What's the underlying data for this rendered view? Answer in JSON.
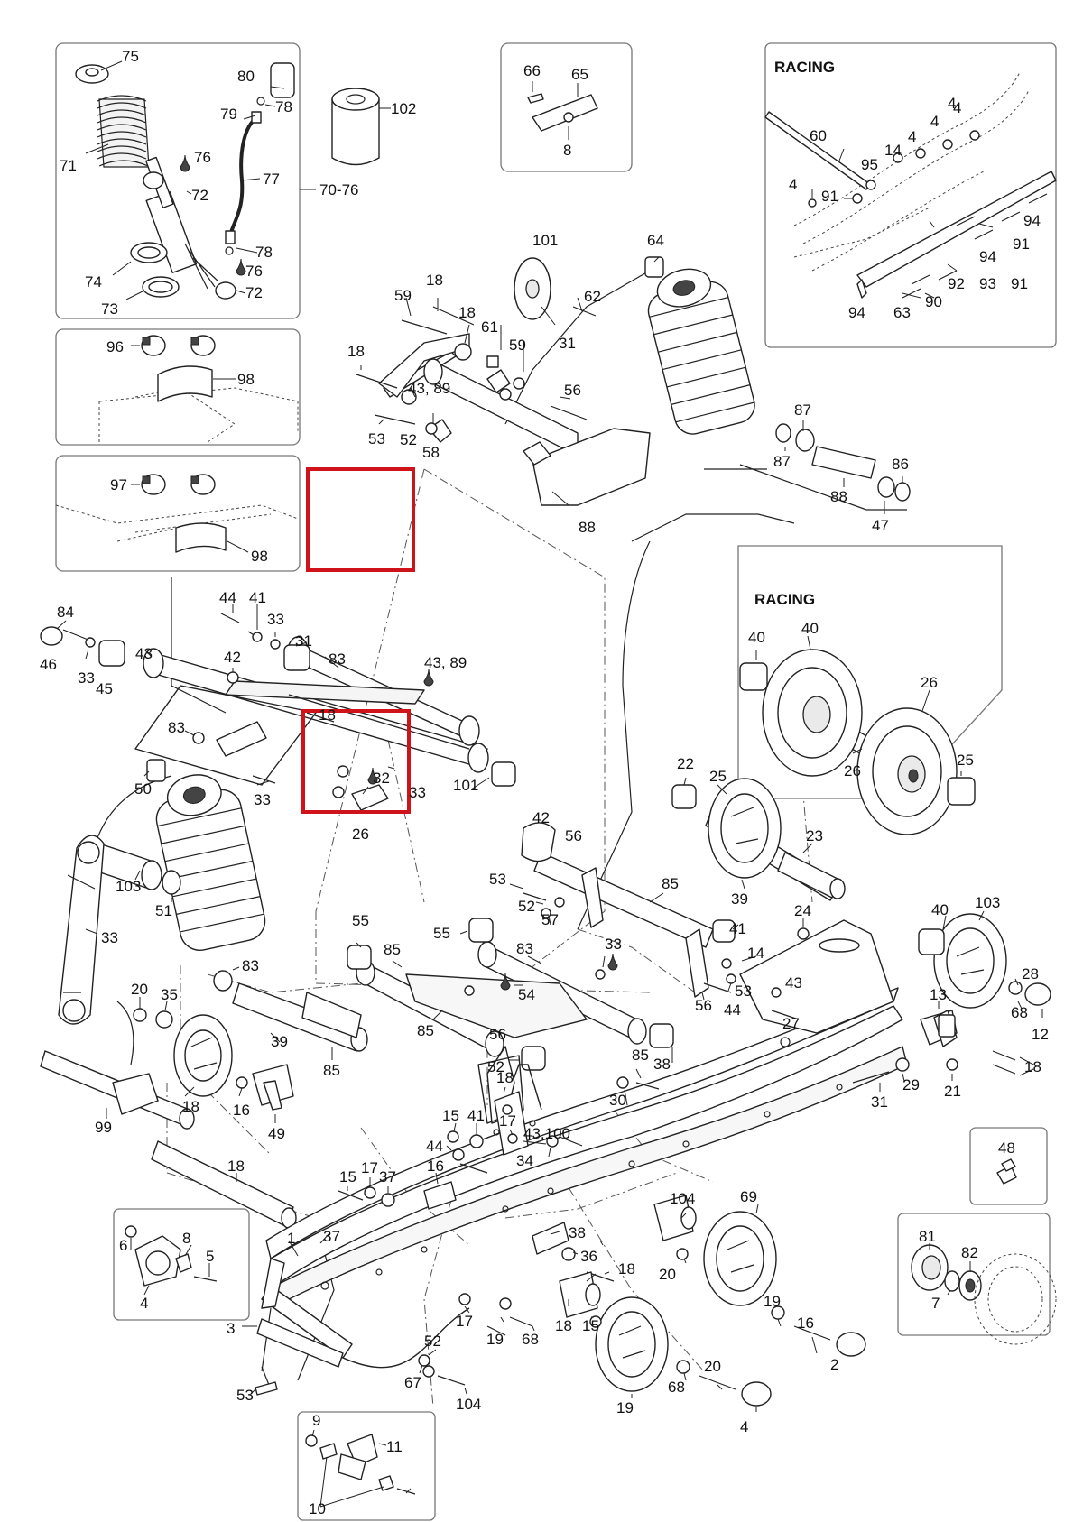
{
  "insets": {
    "racing_top_title": "RACING",
    "racing_wheels_title": "RACING"
  },
  "highlight_color": "#d0121b",
  "callouts": [
    {
      "id": "c75",
      "text": "75"
    },
    {
      "id": "c80",
      "text": "80"
    },
    {
      "id": "c79",
      "text": "79"
    },
    {
      "id": "c78a",
      "text": "78"
    },
    {
      "id": "c102",
      "text": "102"
    },
    {
      "id": "c71",
      "text": "71"
    },
    {
      "id": "c76a",
      "text": "76"
    },
    {
      "id": "c72a",
      "text": "72"
    },
    {
      "id": "c77",
      "text": "77"
    },
    {
      "id": "c70",
      "text": "70-76"
    },
    {
      "id": "c78b",
      "text": "78"
    },
    {
      "id": "c74",
      "text": "74"
    },
    {
      "id": "c76b",
      "text": "76"
    },
    {
      "id": "c72b",
      "text": "72"
    },
    {
      "id": "c73",
      "text": "73"
    },
    {
      "id": "c96",
      "text": "96"
    },
    {
      "id": "c98a",
      "text": "98"
    },
    {
      "id": "c97",
      "text": "97"
    },
    {
      "id": "c98b",
      "text": "98"
    },
    {
      "id": "c66",
      "text": "66"
    },
    {
      "id": "c65",
      "text": "65"
    },
    {
      "id": "c8a",
      "text": "8"
    },
    {
      "id": "c60",
      "text": "60"
    },
    {
      "id": "c95",
      "text": "95"
    },
    {
      "id": "c14a",
      "text": "14"
    },
    {
      "id": "c4a",
      "text": "4"
    },
    {
      "id": "c4b",
      "text": "4"
    },
    {
      "id": "c4c",
      "text": "4"
    },
    {
      "id": "c4d",
      "text": "4"
    },
    {
      "id": "c4e",
      "text": "4"
    },
    {
      "id": "c91a",
      "text": "91"
    },
    {
      "id": "c94a",
      "text": "94"
    },
    {
      "id": "c91b",
      "text": "91"
    },
    {
      "id": "c94b",
      "text": "94"
    },
    {
      "id": "c92",
      "text": "92"
    },
    {
      "id": "c93",
      "text": "93"
    },
    {
      "id": "c91c",
      "text": "91"
    },
    {
      "id": "c90",
      "text": "90"
    },
    {
      "id": "c94c",
      "text": "94"
    },
    {
      "id": "c63",
      "text": "63"
    },
    {
      "id": "c101a",
      "text": "101"
    },
    {
      "id": "c64",
      "text": "64"
    },
    {
      "id": "c59a",
      "text": "59"
    },
    {
      "id": "c18a",
      "text": "18"
    },
    {
      "id": "c18b",
      "text": "18"
    },
    {
      "id": "c62",
      "text": "62"
    },
    {
      "id": "c61",
      "text": "61"
    },
    {
      "id": "c31a",
      "text": "31"
    },
    {
      "id": "c59b",
      "text": "59"
    },
    {
      "id": "c18c",
      "text": "18"
    },
    {
      "id": "c4389a",
      "text": "43, 89"
    },
    {
      "id": "c56a",
      "text": "56"
    },
    {
      "id": "c53a",
      "text": "53"
    },
    {
      "id": "c52a",
      "text": "52"
    },
    {
      "id": "c58",
      "text": "58"
    },
    {
      "id": "c88a",
      "text": "88"
    },
    {
      "id": "c87a",
      "text": "87"
    },
    {
      "id": "c87b",
      "text": "87"
    },
    {
      "id": "c86",
      "text": "86"
    },
    {
      "id": "c88b",
      "text": "88"
    },
    {
      "id": "c47",
      "text": "47"
    },
    {
      "id": "c84",
      "text": "84"
    },
    {
      "id": "c46",
      "text": "46"
    },
    {
      "id": "c33a",
      "text": "33"
    },
    {
      "id": "c45",
      "text": "45"
    },
    {
      "id": "c43a",
      "text": "43"
    },
    {
      "id": "c44a",
      "text": "44"
    },
    {
      "id": "c41a",
      "text": "41"
    },
    {
      "id": "c33b",
      "text": "33"
    },
    {
      "id": "c31b",
      "text": "31"
    },
    {
      "id": "c42a",
      "text": "42"
    },
    {
      "id": "c83a",
      "text": "83"
    },
    {
      "id": "c4389b",
      "text": "43, 89"
    },
    {
      "id": "c18d",
      "text": "18"
    },
    {
      "id": "c83b",
      "text": "83"
    },
    {
      "id": "c32",
      "text": "32"
    },
    {
      "id": "c33c",
      "text": "33"
    },
    {
      "id": "c101b",
      "text": "101"
    },
    {
      "id": "c50",
      "text": "50"
    },
    {
      "id": "c33d",
      "text": "33"
    },
    {
      "id": "c26a",
      "text": "26"
    },
    {
      "id": "c40a",
      "text": "40"
    },
    {
      "id": "c40b",
      "text": "40"
    },
    {
      "id": "c26b",
      "text": "26"
    },
    {
      "id": "c25a",
      "text": "25"
    },
    {
      "id": "c26c",
      "text": "26"
    },
    {
      "id": "c22",
      "text": "22"
    },
    {
      "id": "c25b",
      "text": "25"
    },
    {
      "id": "c23",
      "text": "23"
    },
    {
      "id": "c39a",
      "text": "39"
    },
    {
      "id": "c103a",
      "text": "103"
    },
    {
      "id": "c51",
      "text": "51"
    },
    {
      "id": "c33e",
      "text": "33"
    },
    {
      "id": "c42b",
      "text": "42"
    },
    {
      "id": "c56b",
      "text": "56"
    },
    {
      "id": "c53b",
      "text": "53"
    },
    {
      "id": "c52b",
      "text": "52"
    },
    {
      "id": "c57",
      "text": "57"
    },
    {
      "id": "c85a",
      "text": "85"
    },
    {
      "id": "c55a",
      "text": "55"
    },
    {
      "id": "c85b",
      "text": "85"
    },
    {
      "id": "c55b",
      "text": "55"
    },
    {
      "id": "c83c",
      "text": "83"
    },
    {
      "id": "c33f",
      "text": "33"
    },
    {
      "id": "c41b",
      "text": "41"
    },
    {
      "id": "c14b",
      "text": "14"
    },
    {
      "id": "c24",
      "text": "24"
    },
    {
      "id": "c40c",
      "text": "40"
    },
    {
      "id": "c103b",
      "text": "103"
    },
    {
      "id": "c83d",
      "text": "83"
    },
    {
      "id": "c54",
      "text": "54"
    },
    {
      "id": "c85c",
      "text": "85"
    },
    {
      "id": "c52c",
      "text": "52"
    },
    {
      "id": "c56c",
      "text": "56"
    },
    {
      "id": "c53c",
      "text": "53"
    },
    {
      "id": "c44b",
      "text": "44"
    },
    {
      "id": "c43b",
      "text": "43"
    },
    {
      "id": "c27",
      "text": "27"
    },
    {
      "id": "c28",
      "text": "28"
    },
    {
      "id": "c68a",
      "text": "68"
    },
    {
      "id": "c12",
      "text": "12"
    },
    {
      "id": "c13",
      "text": "13"
    },
    {
      "id": "c18e",
      "text": "18"
    },
    {
      "id": "c20a",
      "text": "20"
    },
    {
      "id": "c35",
      "text": "35"
    },
    {
      "id": "c39b",
      "text": "39"
    },
    {
      "id": "c85d",
      "text": "85"
    },
    {
      "id": "c56d",
      "text": "56"
    },
    {
      "id": "c85e",
      "text": "85"
    },
    {
      "id": "c38a",
      "text": "38"
    },
    {
      "id": "c30",
      "text": "30"
    },
    {
      "id": "c29",
      "text": "29"
    },
    {
      "id": "c31c",
      "text": "31"
    },
    {
      "id": "c21",
      "text": "21"
    },
    {
      "id": "c18f",
      "text": "18"
    },
    {
      "id": "c16a",
      "text": "16"
    },
    {
      "id": "c49",
      "text": "49"
    },
    {
      "id": "c99",
      "text": "99"
    },
    {
      "id": "c18g",
      "text": "18"
    },
    {
      "id": "c15a",
      "text": "15"
    },
    {
      "id": "c41c",
      "text": "41"
    },
    {
      "id": "c17a",
      "text": "17"
    },
    {
      "id": "c44c",
      "text": "44"
    },
    {
      "id": "c43100",
      "text": "43,100"
    },
    {
      "id": "c34",
      "text": "34"
    },
    {
      "id": "c48",
      "text": "48"
    },
    {
      "id": "c18h",
      "text": "18"
    },
    {
      "id": "c17b",
      "text": "17"
    },
    {
      "id": "c15b",
      "text": "15"
    },
    {
      "id": "c37a",
      "text": "37"
    },
    {
      "id": "c16b",
      "text": "16"
    },
    {
      "id": "c104a",
      "text": "104"
    },
    {
      "id": "c69",
      "text": "69"
    },
    {
      "id": "c81",
      "text": "81"
    },
    {
      "id": "c82",
      "text": "82"
    },
    {
      "id": "c7",
      "text": "7"
    },
    {
      "id": "c8b",
      "text": "8"
    },
    {
      "id": "c6",
      "text": "6"
    },
    {
      "id": "c5",
      "text": "5"
    },
    {
      "id": "c4f",
      "text": "4"
    },
    {
      "id": "c1",
      "text": "1"
    },
    {
      "id": "c37b",
      "text": "37"
    },
    {
      "id": "c38b",
      "text": "38"
    },
    {
      "id": "c36",
      "text": "36"
    },
    {
      "id": "c18i",
      "text": "18"
    },
    {
      "id": "c20b",
      "text": "20"
    },
    {
      "id": "c19a",
      "text": "19"
    },
    {
      "id": "c16c",
      "text": "16"
    },
    {
      "id": "c18j",
      "text": "18"
    },
    {
      "id": "c15c",
      "text": "15"
    },
    {
      "id": "c17c",
      "text": "17"
    },
    {
      "id": "c19b",
      "text": "19"
    },
    {
      "id": "c68b",
      "text": "68"
    },
    {
      "id": "c2",
      "text": "2"
    },
    {
      "id": "c3",
      "text": "3"
    },
    {
      "id": "c53d",
      "text": "53"
    },
    {
      "id": "c52d",
      "text": "52"
    },
    {
      "id": "c67",
      "text": "67"
    },
    {
      "id": "c104b",
      "text": "104"
    },
    {
      "id": "c19c",
      "text": "19"
    },
    {
      "id": "c20c",
      "text": "20"
    },
    {
      "id": "c68c",
      "text": "68"
    },
    {
      "id": "c4g",
      "text": "4"
    },
    {
      "id": "c9",
      "text": "9"
    },
    {
      "id": "c11",
      "text": "11"
    },
    {
      "id": "c10",
      "text": "10"
    }
  ]
}
